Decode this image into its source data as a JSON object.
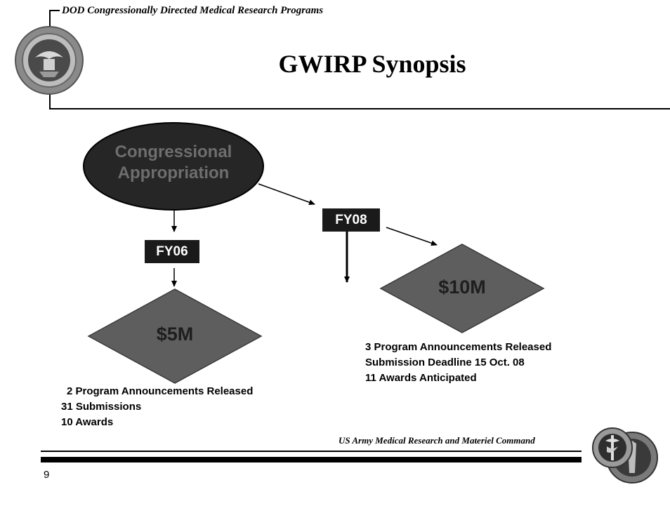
{
  "header": {
    "subtitle": "DOD Congressionally Directed Medical Research Programs",
    "seal_icon": "dod-seal-icon"
  },
  "title": "GWIRP Synopsis",
  "diagram": {
    "root": {
      "line1": "Congressional",
      "line2": "Appropriation"
    },
    "fy06": {
      "label": "FY06",
      "amount": "$5M",
      "details": [
        "2 Program Announcements Released",
        "31 Submissions",
        "10 Awards"
      ]
    },
    "fy08": {
      "label": "FY08",
      "amount": "$10M",
      "details": [
        "3 Program Announcements Released",
        "Submission Deadline 15 Oct. 08",
        "11 Awards Anticipated"
      ]
    }
  },
  "footer": {
    "command": "US Army Medical Research and Materiel Command",
    "page_number": "9",
    "emblem_icon": "usamrmc-emblem-icon"
  }
}
